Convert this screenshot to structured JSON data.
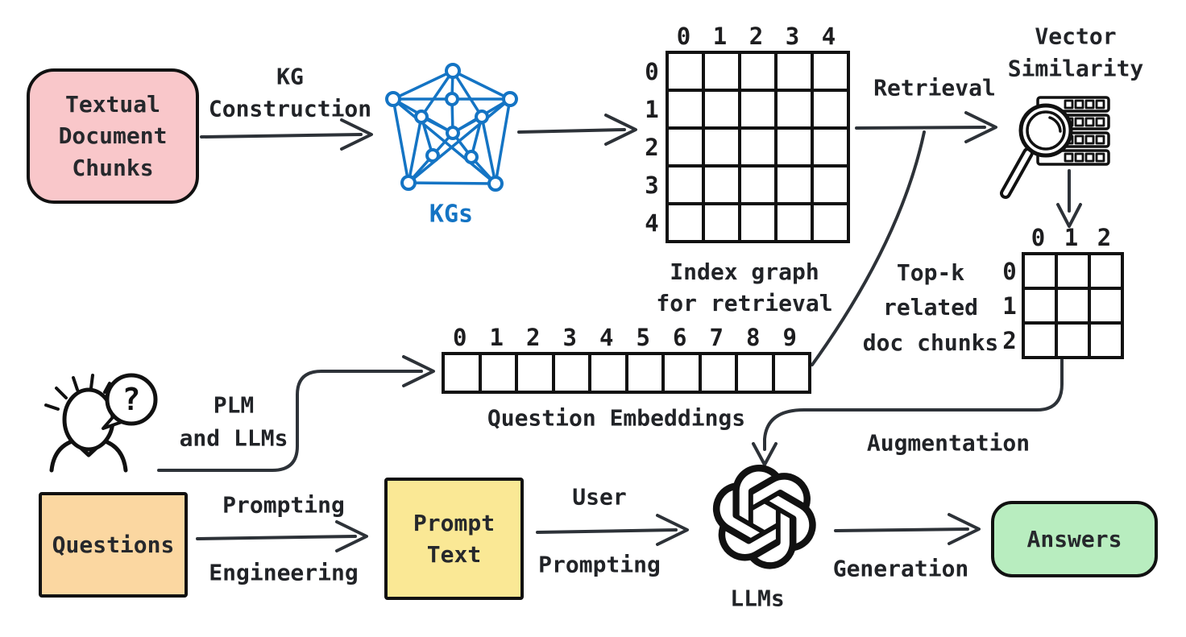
{
  "palette": {
    "pink": "#f9c7ca",
    "orange": "#fbd7a1",
    "yellow": "#fae895",
    "green": "#b8edbf",
    "kg_blue": "#1474c4",
    "arrow": "#2d3238",
    "ink": "#111111"
  },
  "nodes": {
    "textual_chunks": {
      "label": "Textual\nDocument\nChunks"
    },
    "questions": {
      "label": "Questions"
    },
    "prompt_text": {
      "label": "Prompt\nText"
    },
    "answers": {
      "label": "Answers"
    },
    "kgs": {
      "label": "KGs"
    },
    "llms": {
      "label": "LLMs"
    }
  },
  "labels": {
    "kg_construction": "KG\nConstruction",
    "retrieval": "Retrieval",
    "vector_similarity": "Vector\nSimilarity",
    "index_graph": "Index graph\nfor retrieval",
    "topk": "Top-k\nrelated\ndoc chunks",
    "question_embeddings": "Question Embeddings",
    "plm": "PLM\nand LLMs",
    "prompting_top": "Prompting",
    "prompting_bottom": "Engineering",
    "user_top": "User",
    "user_bottom": "Prompting",
    "augmentation": "Augmentation",
    "generation": "Generation",
    "question_mark": "?"
  },
  "grids": {
    "index_matrix": {
      "cols": [
        "0",
        "1",
        "2",
        "3",
        "4"
      ],
      "rows": [
        "0",
        "1",
        "2",
        "3",
        "4"
      ]
    },
    "embeddings": {
      "cols": [
        "0",
        "1",
        "2",
        "3",
        "4",
        "5",
        "6",
        "7",
        "8",
        "9"
      ],
      "rows": []
    },
    "topk_matrix": {
      "cols": [
        "0",
        "1",
        "2"
      ],
      "rows": [
        "0",
        "1",
        "2"
      ]
    }
  }
}
